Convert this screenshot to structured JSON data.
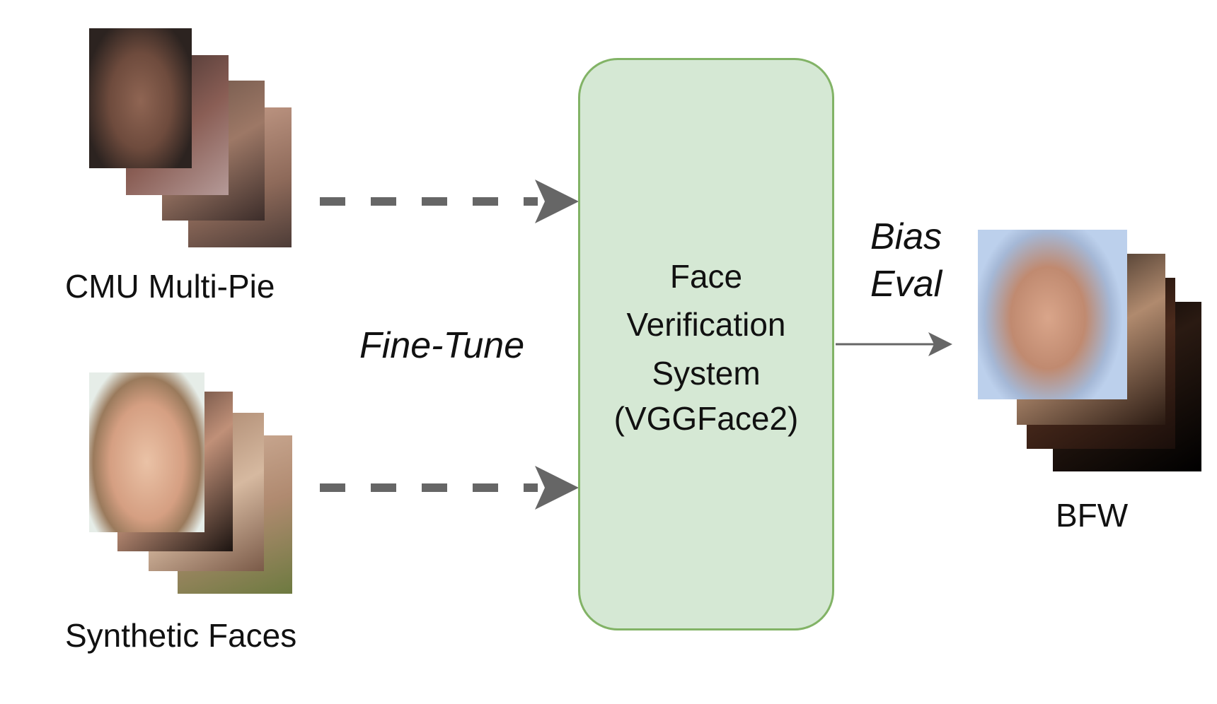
{
  "inputs": {
    "cmu_label": "CMU Multi-Pie",
    "synthetic_label": "Synthetic Faces"
  },
  "finetune_label": "Fine-Tune",
  "system_box": {
    "lines": [
      "Face",
      "Verification",
      "System",
      "(VGGFace2)"
    ],
    "fill_color": "#d5e8d4",
    "stroke_color": "#82b366"
  },
  "eval": {
    "label_lines": [
      "Bias",
      "Eval"
    ],
    "output_label": "BFW"
  },
  "arrow_color": "#666666"
}
